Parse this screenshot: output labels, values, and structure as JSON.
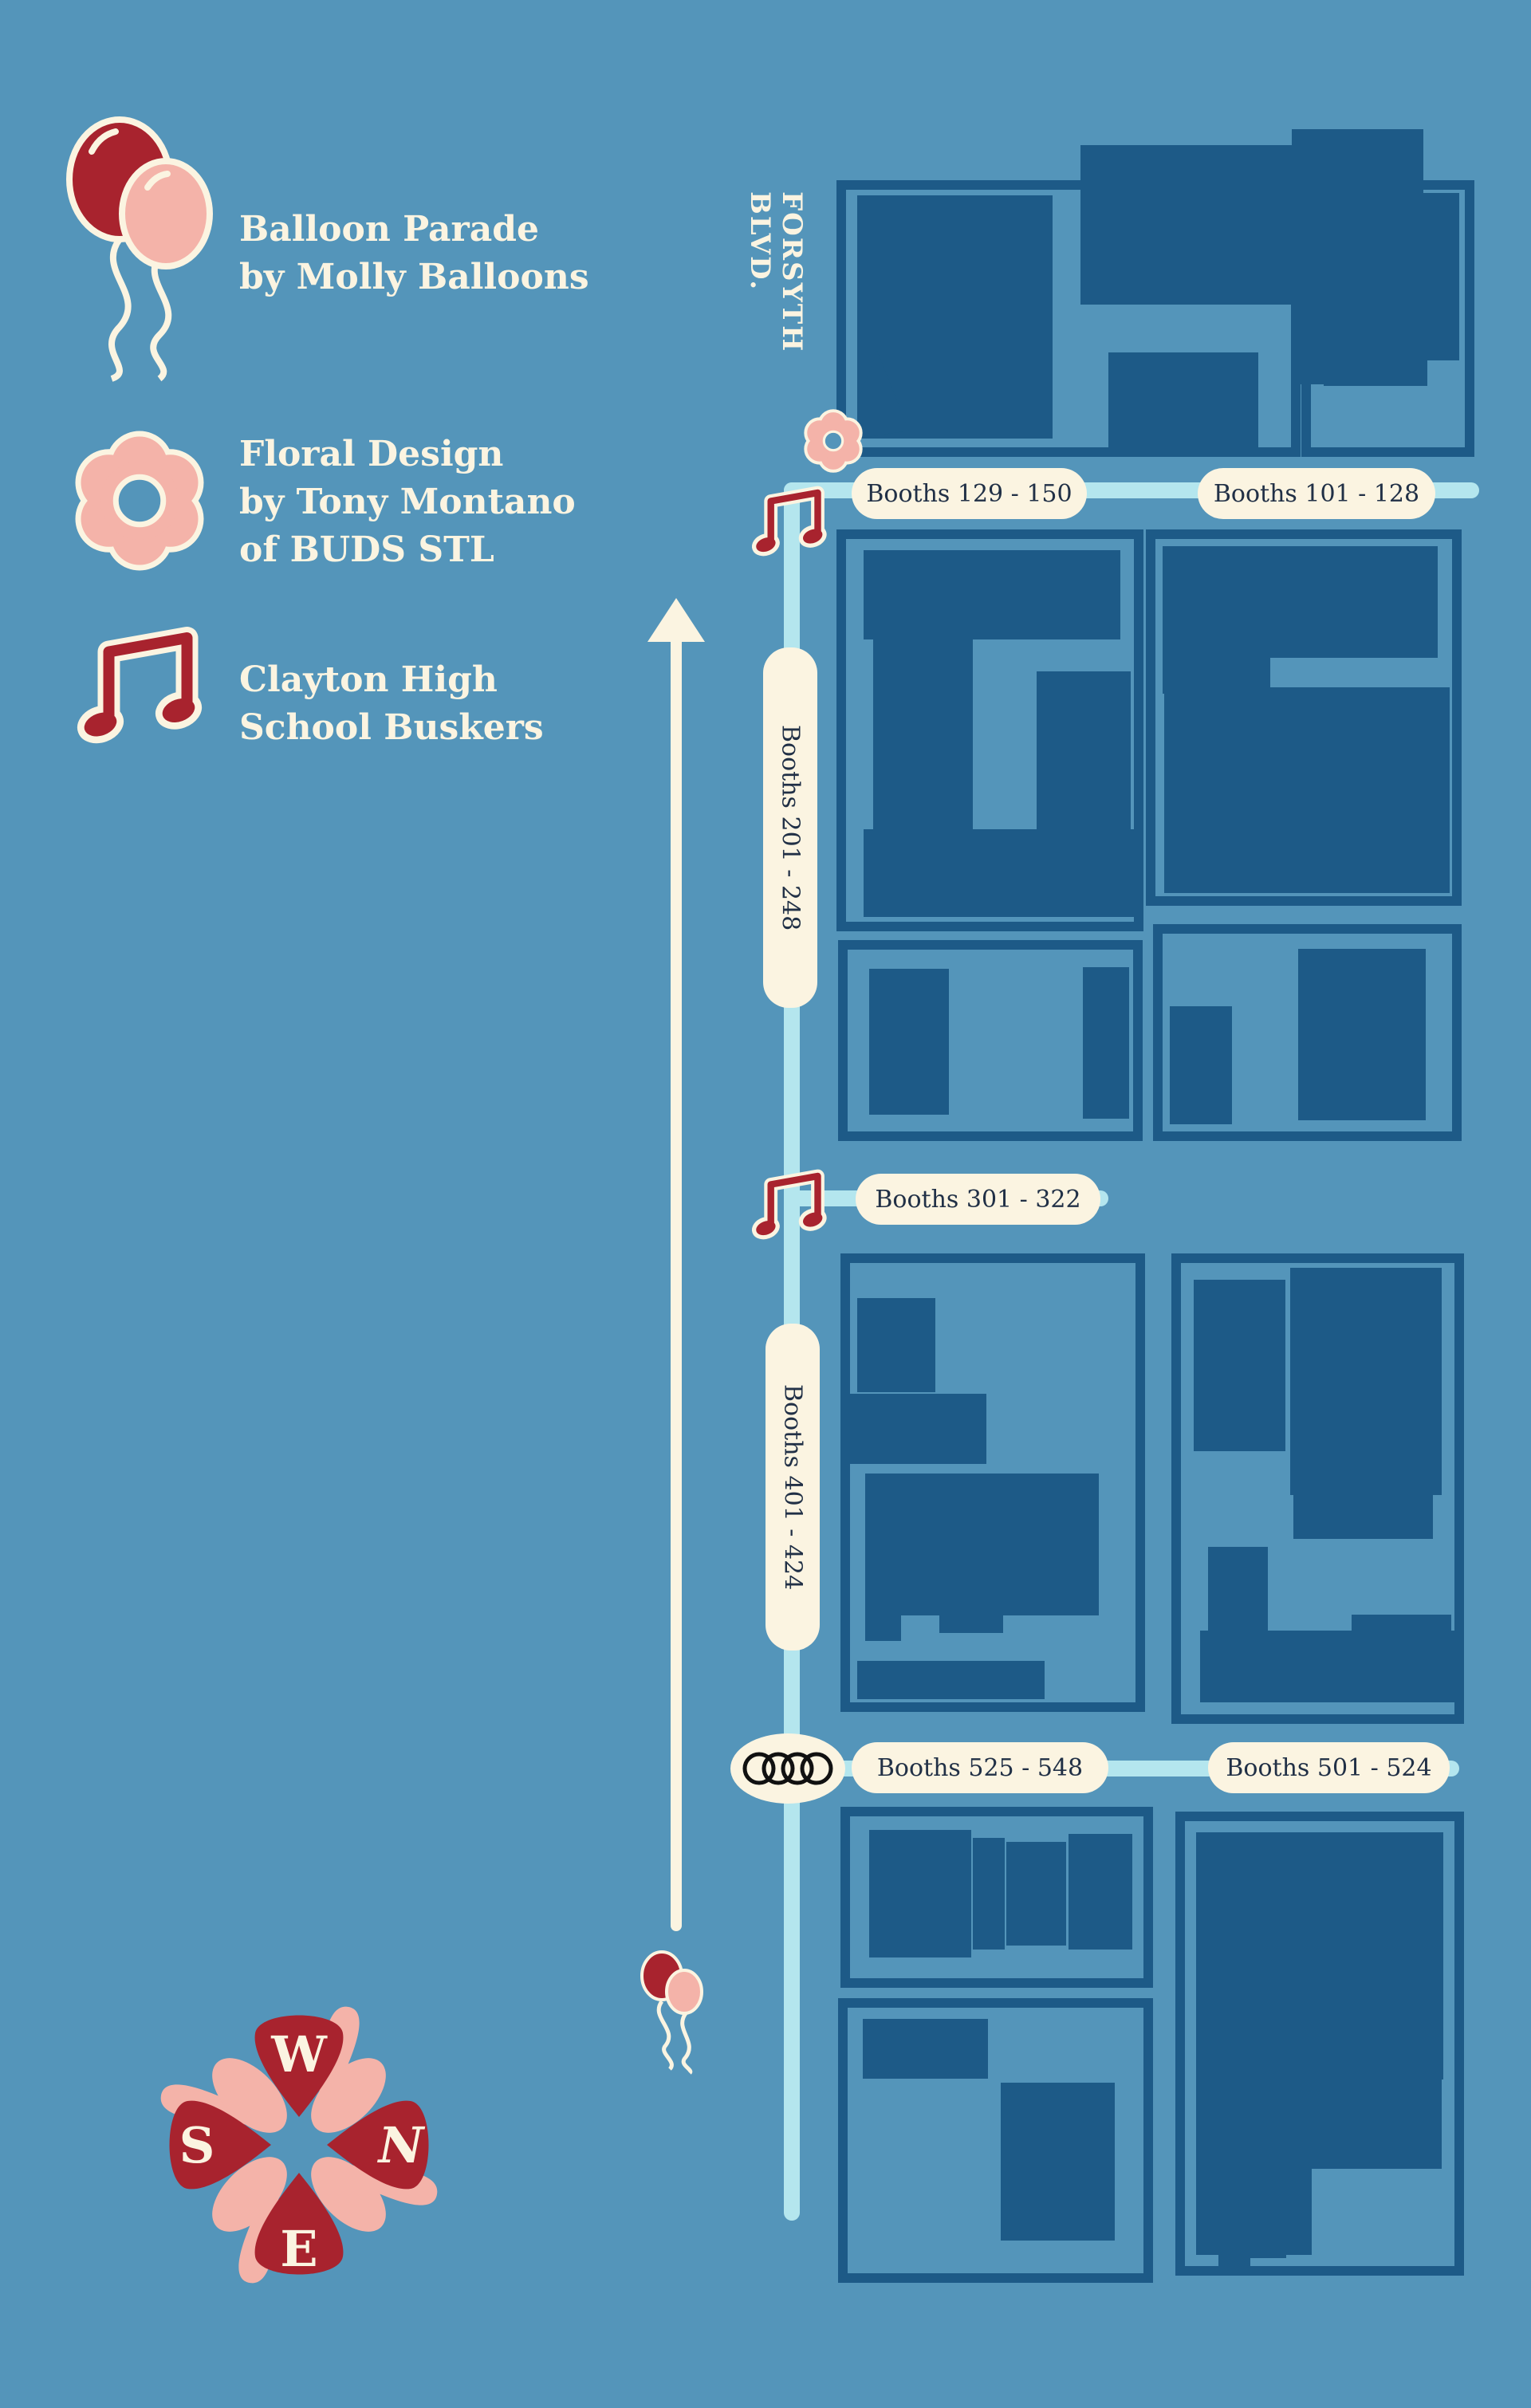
{
  "colors": {
    "background": "#5495ba",
    "block": "#1d5a87",
    "street": "#b4e6ee",
    "cream": "#fbf4e1",
    "red": "#a8232e",
    "pink": "#f4b3a9"
  },
  "legend": [
    {
      "icon": "balloon-icon",
      "line1": "Balloon Parade",
      "line2": "by Molly Balloons"
    },
    {
      "icon": "flower-icon",
      "line1": "Floral Design",
      "line2": "by Tony Montano",
      "line3": "of BUDS STL"
    },
    {
      "icon": "music-note-icon",
      "line1": "Clayton High",
      "line2": "School Buskers"
    }
  ],
  "street": {
    "name": "FORSYTH BLVD."
  },
  "booths": {
    "b129": "Booths 129 - 150",
    "b101": "Booths 101 - 128",
    "b201": "Booths 201 - 248",
    "b301": "Booths 301 - 322",
    "b401": "Booths 401 - 424",
    "b525": "Booths 525 - 548",
    "b501": "Booths 501 - 524"
  },
  "compass": {
    "top": "W",
    "right": "N",
    "bottom": "E",
    "left": "S"
  }
}
